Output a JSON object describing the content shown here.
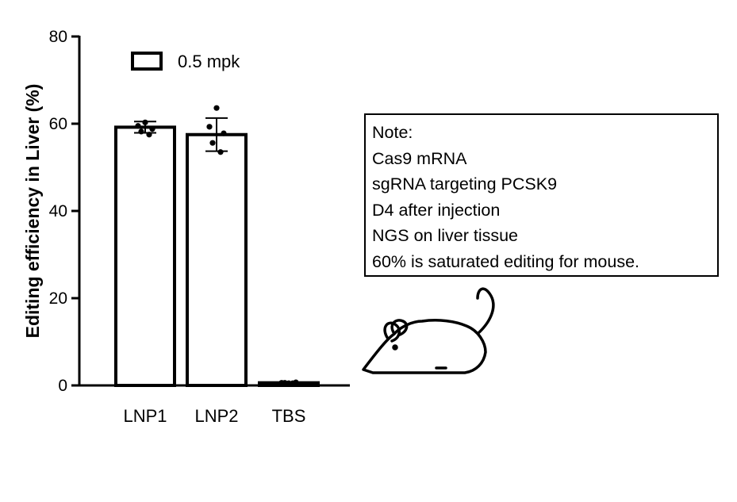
{
  "chart_data": {
    "type": "bar",
    "ylabel": "Editing efficiency in Liver (%)",
    "xlabel": "",
    "ylim": [
      0,
      80
    ],
    "yticks": [
      0,
      20,
      40,
      60,
      80
    ],
    "categories": [
      "LNP1",
      "LNP2",
      "TBS"
    ],
    "series": [
      {
        "name": "0.5 mpk",
        "values": [
          59.2,
          57.5,
          0.6
        ],
        "error": [
          1.3,
          3.8,
          0.2
        ],
        "points": [
          [
            60.3,
            59.5,
            58.8,
            58.2,
            57.5
          ],
          [
            63.6,
            59.3,
            57.8,
            55.6,
            53.5
          ],
          [
            0.5,
            0.6,
            0.7,
            0.6,
            0.5
          ]
        ]
      }
    ],
    "legend_position": "top-left"
  },
  "note": {
    "lines": [
      "Note:",
      "Cas9 mRNA",
      "sgRNA targeting PCSK9",
      "D4 after injection",
      "NGS on liver tissue",
      "60% is saturated editing for mouse."
    ]
  },
  "icons": {
    "illustration": "mouse-icon"
  },
  "colors": {
    "bar_fill": "#ffffff",
    "stroke": "#000000"
  }
}
